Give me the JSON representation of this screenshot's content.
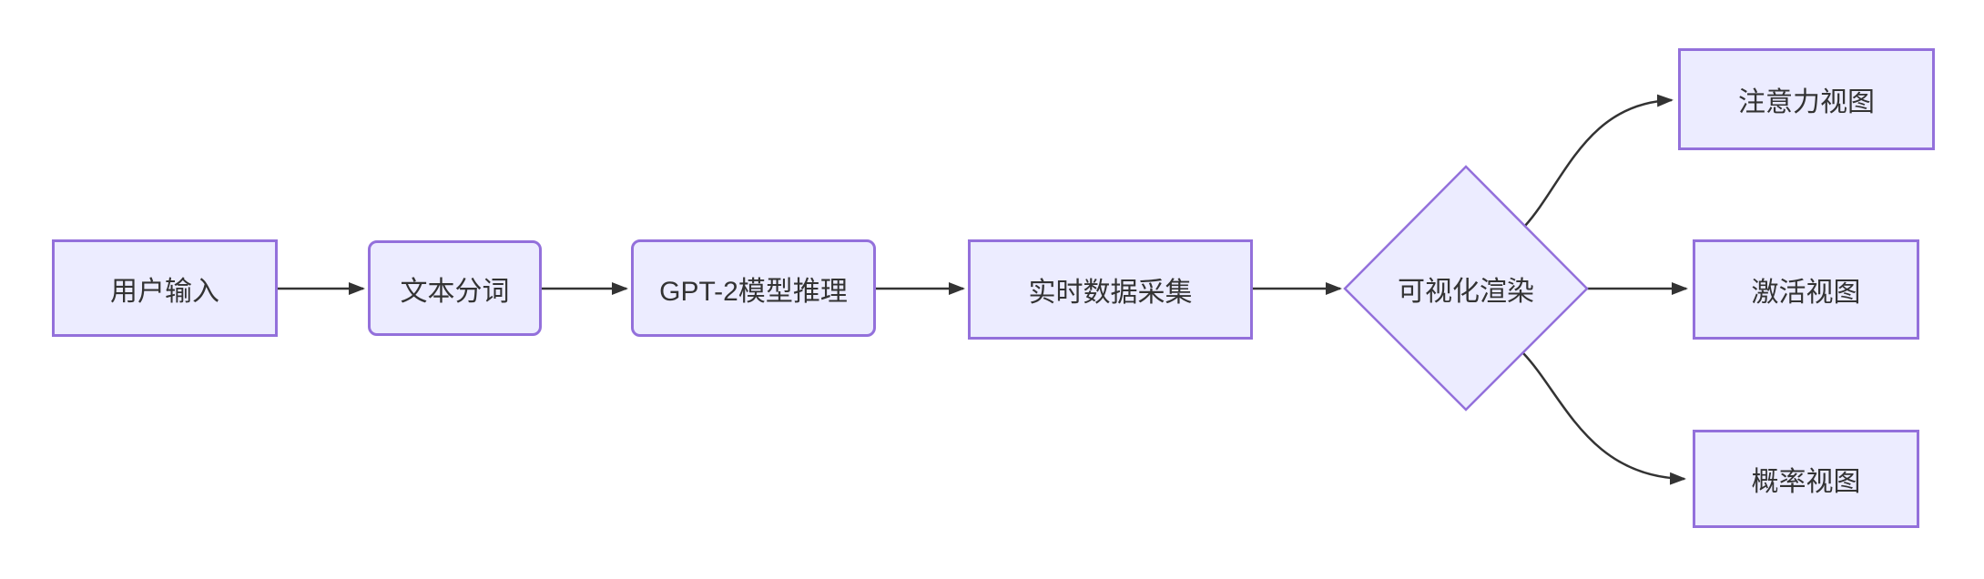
{
  "diagram": {
    "type": "flowchart",
    "direction": "left-to-right",
    "background_color": "#ffffff",
    "node_fill_color": "#ECECFF",
    "node_border_color": "#9370DB",
    "edge_color": "#333333",
    "text_color": "#333333",
    "nodes": [
      {
        "id": "user-input",
        "label": "用户输入",
        "shape": "rectangle"
      },
      {
        "id": "tokenize",
        "label": "文本分词",
        "shape": "rounded-rectangle"
      },
      {
        "id": "gpt2-inference",
        "label": "GPT-2模型推理",
        "shape": "rounded-rectangle"
      },
      {
        "id": "data-collect",
        "label": "实时数据采集",
        "shape": "rectangle"
      },
      {
        "id": "visual-render",
        "label": "可视化渲染",
        "shape": "diamond"
      },
      {
        "id": "attention-view",
        "label": "注意力视图",
        "shape": "rectangle"
      },
      {
        "id": "activation-view",
        "label": "激活视图",
        "shape": "rectangle"
      },
      {
        "id": "probability-view",
        "label": "概率视图",
        "shape": "rectangle"
      }
    ],
    "edges": [
      {
        "from": "用户输入",
        "to": "文本分词"
      },
      {
        "from": "文本分词",
        "to": "GPT-2模型推理"
      },
      {
        "from": "GPT-2模型推理",
        "to": "实时数据采集"
      },
      {
        "from": "实时数据采集",
        "to": "可视化渲染"
      },
      {
        "from": "可视化渲染",
        "to": "注意力视图"
      },
      {
        "from": "可视化渲染",
        "to": "激活视图"
      },
      {
        "from": "可视化渲染",
        "to": "概率视图"
      }
    ]
  }
}
